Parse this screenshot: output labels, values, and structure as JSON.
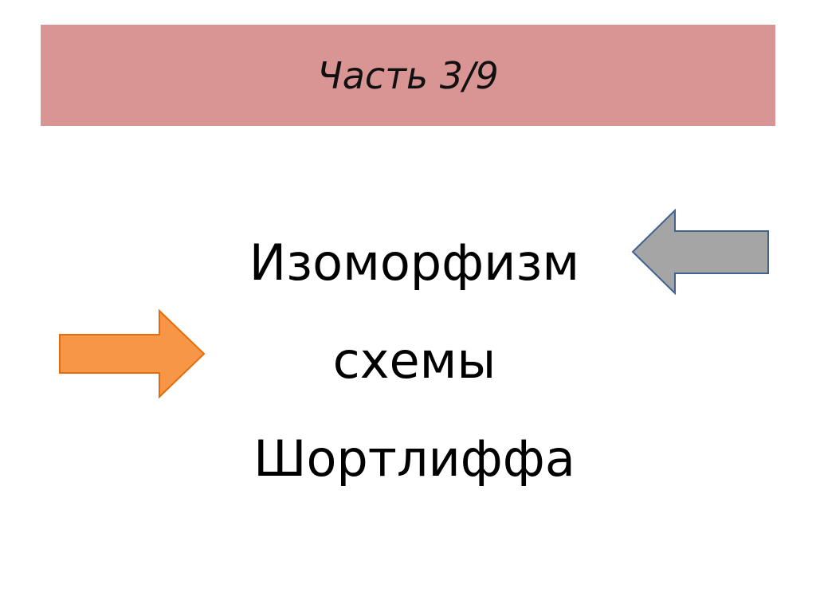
{
  "slide": {
    "header": {
      "title": "Часть 3/9",
      "background_color": "#d99594"
    },
    "body": {
      "lines": [
        "Изоморфизм",
        "схемы",
        "Шортлиффа"
      ]
    },
    "arrows": {
      "left_pointing": {
        "icon": "arrow-left-icon",
        "fill": "#a5a5a5",
        "stroke": "#41628e"
      },
      "right_pointing": {
        "icon": "arrow-right-icon",
        "fill": "#f79646",
        "stroke": "#e46c0a"
      }
    }
  }
}
